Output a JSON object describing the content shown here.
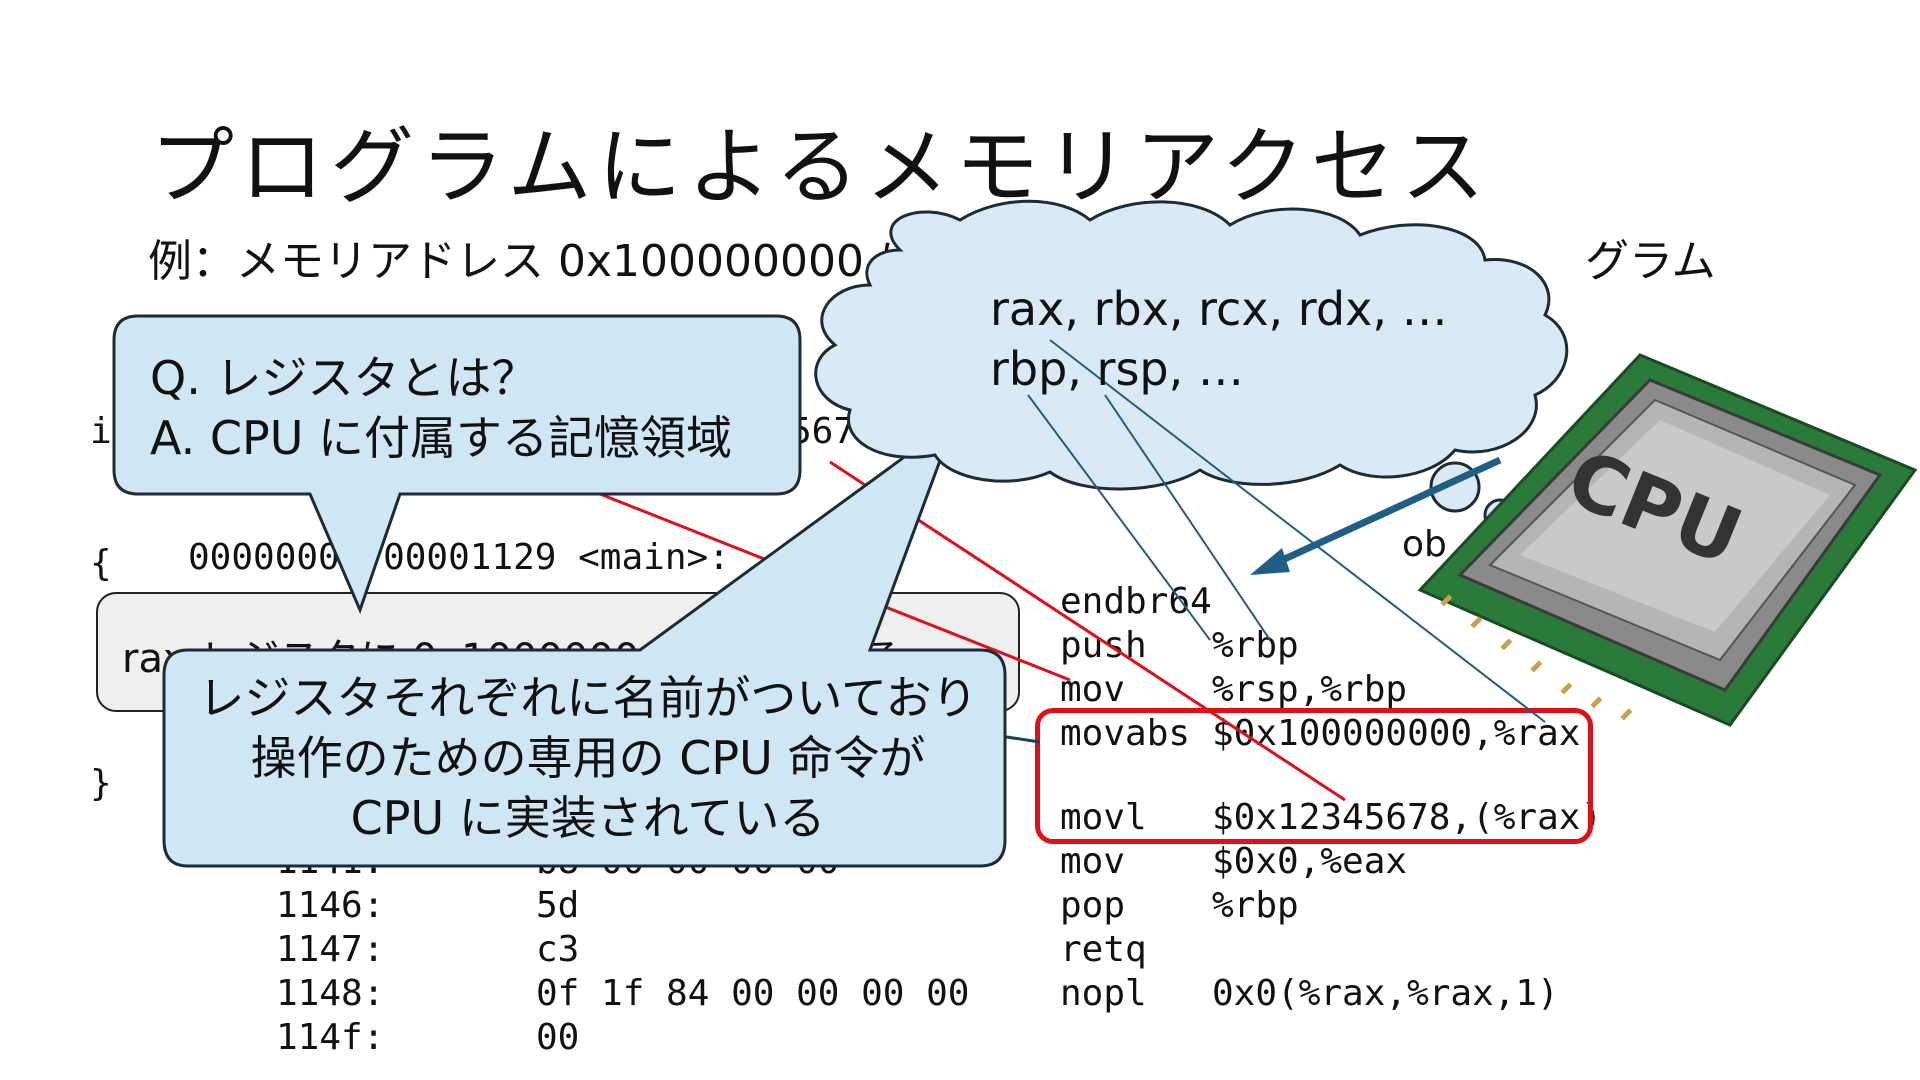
{
  "title": "プログラムによるメモリアクセス",
  "subtitle": {
    "left": "例：メモリアドレス 0x100000000 に",
    "right": "グラム"
  },
  "c_code": {
    "lines": [
      "i",
      "{",
      "",
      "}"
    ],
    "fragment": "5678;"
  },
  "asm": {
    "header": "00000000 00001129 <main>:",
    "rows": [
      {
        "addr": "",
        "bytes": "",
        "mnemonic": "endbr64",
        "operands": ""
      },
      {
        "addr": "",
        "bytes": "",
        "mnemonic": "push",
        "operands": "%rbp"
      },
      {
        "addr": "",
        "bytes": "",
        "mnemonic": "mov",
        "operands": "%rsp,%rbp"
      },
      {
        "addr": "",
        "bytes": "",
        "mnemonic": "movabs",
        "operands": "$0x100000000,%rax"
      },
      {
        "addr": "",
        "bytes": "",
        "mnemonic": "movl",
        "operands": "$0x12345678,(%rax)"
      },
      {
        "addr": "1141:",
        "bytes": "b8 00 00 00 00",
        "mnemonic": "mov",
        "operands": "$0x0,%eax"
      },
      {
        "addr": "1146:",
        "bytes": "5d",
        "mnemonic": "pop",
        "operands": "%rbp"
      },
      {
        "addr": "1147:",
        "bytes": "c3",
        "mnemonic": "retq",
        "operands": ""
      },
      {
        "addr": "1148:",
        "bytes": "0f 1f 84 00 00 00 00",
        "mnemonic": "nopl",
        "operands": "0x0(%rax,%rax,1)"
      },
      {
        "addr": "114f:",
        "bytes": "00",
        "mnemonic": "",
        "operands": ""
      }
    ]
  },
  "code_note": "rax レジスタに 0x100000000 を格納する",
  "side_text": "ob",
  "q_bubble": {
    "line1": "Q. レジスタとは？",
    "line2": "A. CPU に付属する記憶領域"
  },
  "cloud": {
    "line1": "rax, rbx, rcx, rdx, …",
    "line2": "rbp, rsp, …"
  },
  "big_bubble": {
    "line1": "レジスタそれぞれに名前がついており",
    "line2": "操作のための専用の CPU 命令が",
    "line3": "CPU に実装されている"
  },
  "cpu_chip": {
    "label": "CPU"
  },
  "colors": {
    "bubble_fill": "#cfe6f4",
    "cloud_fill": "#d9e9f6",
    "red_accent": "#e01018",
    "arrow_blue": "#1f5f86",
    "chip_green": "#2a7a3a"
  }
}
